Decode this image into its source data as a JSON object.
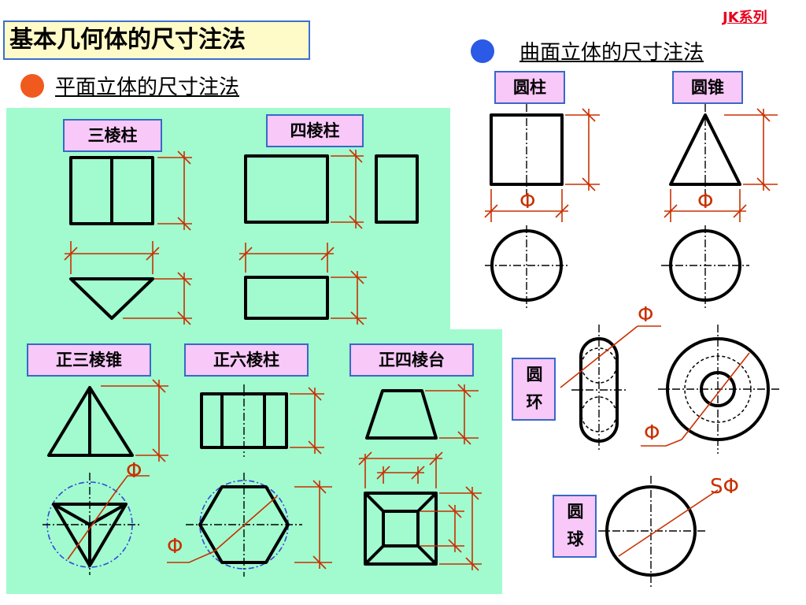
{
  "series_tag": "JK系列",
  "main_title": "基本几何体的尺寸注法",
  "sections": {
    "planar": {
      "title": "平面立体的尺寸注法",
      "dot_color": "#f05a1e"
    },
    "curved": {
      "title": "曲面立体的尺寸注法",
      "dot_color": "#2a5ae6"
    }
  },
  "labels": {
    "triangular_prism": "三棱柱",
    "quadrangular_prism": "四棱柱",
    "regular_triangular_pyramid": "正三棱锥",
    "regular_hexagonal_prism": "正六棱柱",
    "regular_quadrangular_frustum": "正四棱台",
    "cylinder": "圆柱",
    "cone": "圆锥",
    "torus": "圆环",
    "sphere": "圆球"
  },
  "dimension_symbols": {
    "diameter": "Φ",
    "sphere_diameter": "SΦ"
  },
  "colors": {
    "panel_green": "#a1fbcf",
    "label_fill": "#f8c8f8",
    "dimension_line": "#c83000",
    "title_fill": "#fffbc8"
  }
}
